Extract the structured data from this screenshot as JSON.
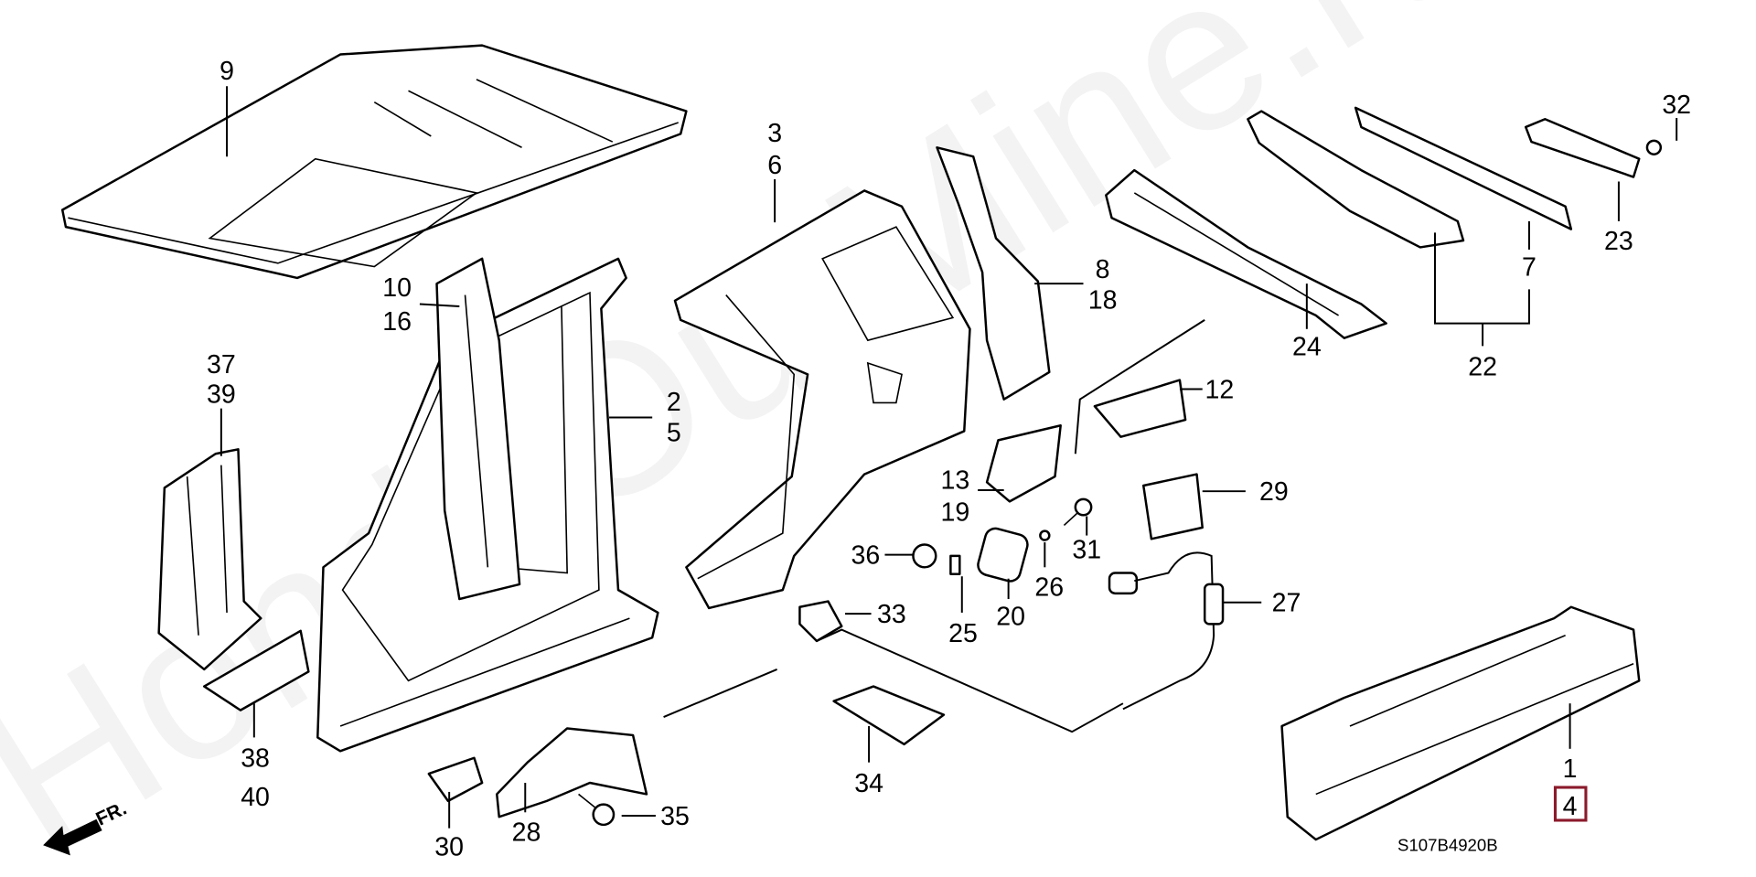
{
  "watermark": "HondaOurMine.ru",
  "diagram_code": "S107B4920B",
  "front_indicator": "FR.",
  "highlight_color": "#8b1a2b",
  "callouts": {
    "p9": "9",
    "p3": "3",
    "p6": "6",
    "p10": "10",
    "p16": "16",
    "p37": "37",
    "p39": "39",
    "p2": "2",
    "p5": "5",
    "p8": "8",
    "p18": "18",
    "p12": "12",
    "p13": "13",
    "p19": "19",
    "p29": "29",
    "p31": "31",
    "p36": "36",
    "p26": "26",
    "p20": "20",
    "p25": "25",
    "p33": "33",
    "p27": "27",
    "p38": "38",
    "p40": "40",
    "p34": "34",
    "p28": "28",
    "p35": "35",
    "p30": "30",
    "p1": "1",
    "p4": "4",
    "p32": "32",
    "p23": "23",
    "p7": "7",
    "p24": "24",
    "p22": "22"
  },
  "selected_callout": "4"
}
